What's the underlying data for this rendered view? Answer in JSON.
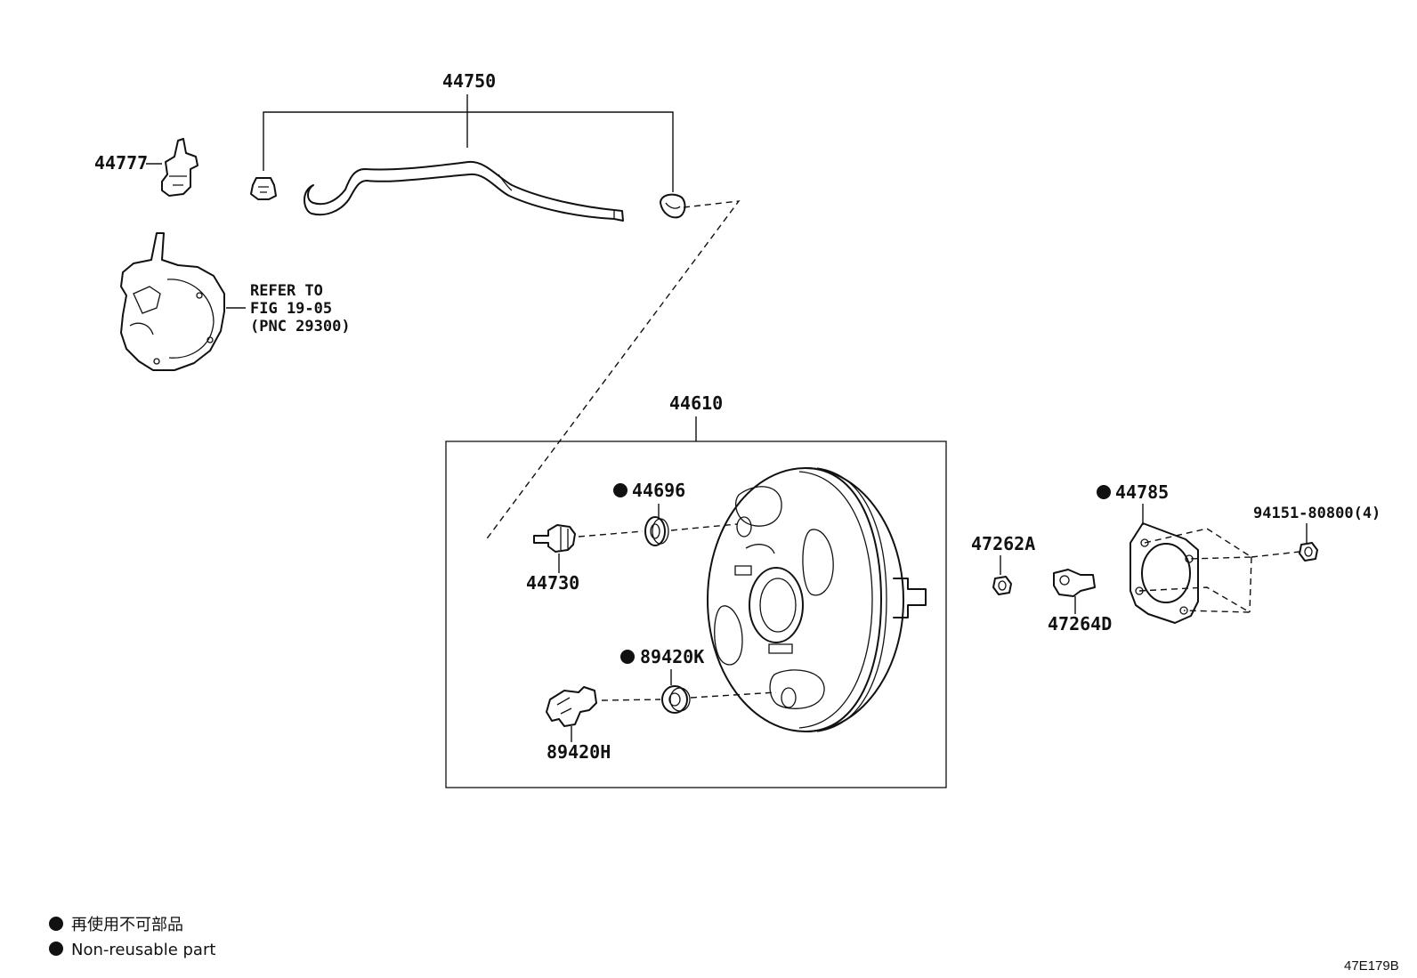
{
  "callouts": {
    "p44750": "44750",
    "p44777": "44777",
    "refer_line1": "REFER TO",
    "refer_line2": "FIG 19-05",
    "refer_line3": "(PNC 29300)",
    "p44610": "44610",
    "p44696": "44696",
    "p44730": "44730",
    "p89420K": "89420K",
    "p89420H": "89420H",
    "p47262A": "47262A",
    "p47264D": "47264D",
    "p44785": "44785",
    "p94151": "94151-80800(4)"
  },
  "legend": {
    "jp": "再使用不可部品",
    "en": "Non-reusable part"
  },
  "figure_id": "47E179B",
  "icons": {
    "non_reusable_marker": "filled-circle-icon"
  }
}
